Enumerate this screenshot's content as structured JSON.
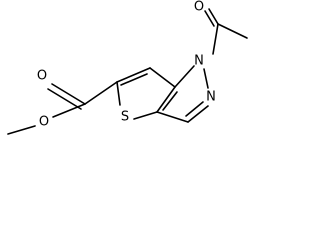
{
  "molecule": {
    "atoms": [
      {
        "id": "o_carbonyl",
        "label": "O"
      },
      {
        "id": "o_ester",
        "label": "O"
      },
      {
        "id": "s1",
        "label": "S"
      },
      {
        "id": "n1",
        "label": "N"
      },
      {
        "id": "n2",
        "label": "N"
      },
      {
        "id": "o_acetyl",
        "label": "O"
      }
    ]
  },
  "colors": {
    "bond": "#000000",
    "label": "#000000",
    "background": "#ffffff"
  }
}
